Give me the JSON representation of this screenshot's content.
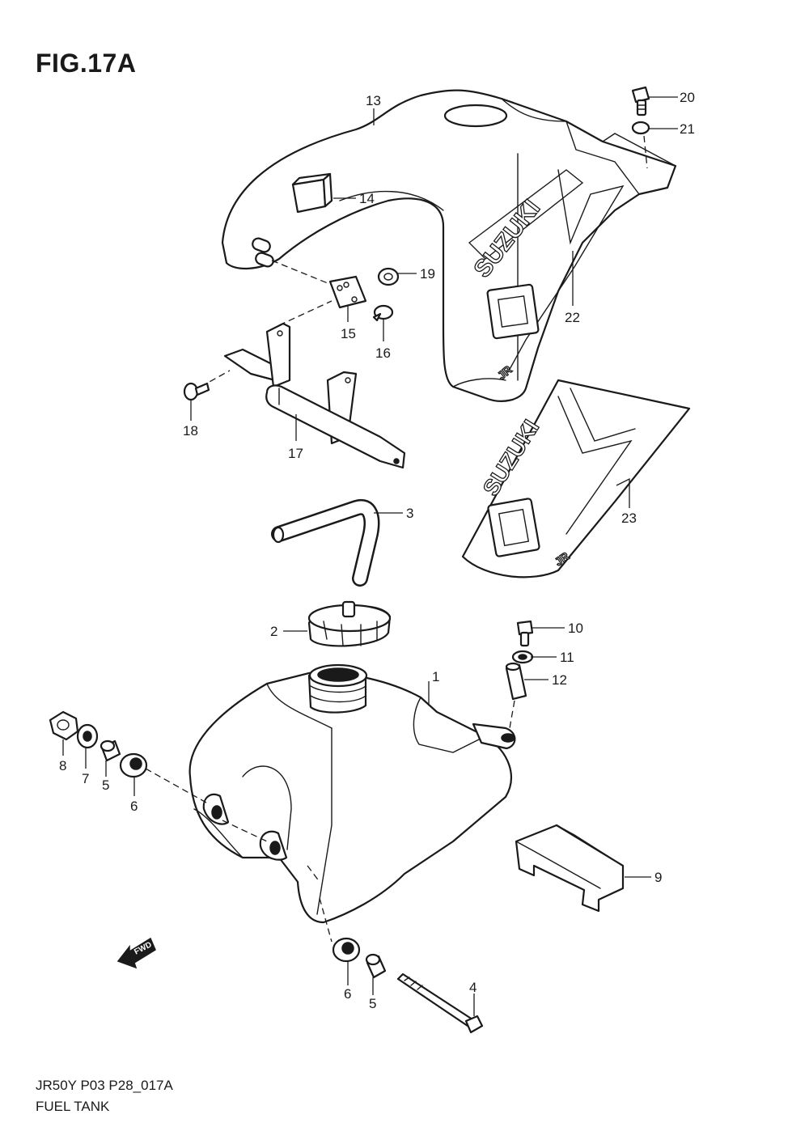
{
  "figure": {
    "title": "FIG.17A",
    "code": "JR50Y P03 P28_017A",
    "caption": "FUEL TANK"
  },
  "decal_text": {
    "brand": "SUZUKI",
    "model": "JR",
    "arrow": "FWD"
  },
  "callouts": [
    "1",
    "2",
    "3",
    "4",
    "5",
    "5",
    "6",
    "6",
    "7",
    "8",
    "9",
    "10",
    "11",
    "12",
    "13",
    "14",
    "15",
    "16",
    "17",
    "18",
    "19",
    "20",
    "21",
    "22",
    "23"
  ],
  "colors": {
    "ink": "#1a1a1a",
    "paper": "#ffffff"
  }
}
